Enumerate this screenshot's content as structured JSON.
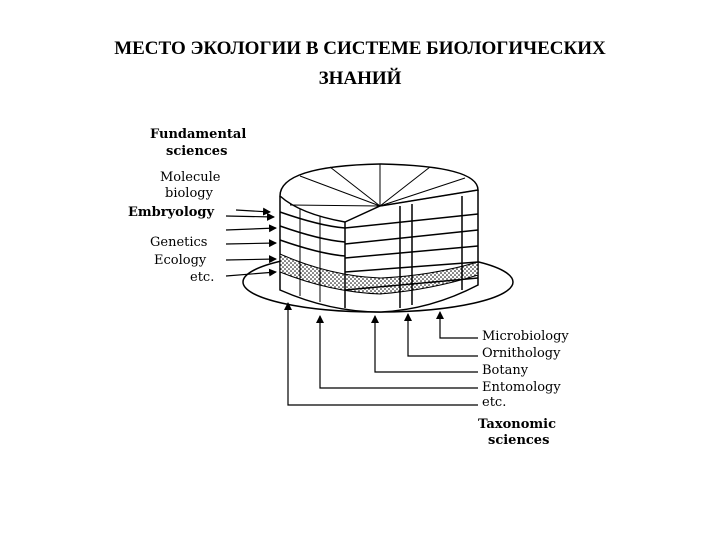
{
  "title": {
    "line1": "МЕСТО ЭКОЛОГИИ В СИСТЕМЕ БИОЛОГИЧЕСКИХ",
    "line2": "ЗНАНИЙ"
  },
  "left_labels": {
    "fundamental_line1": "Fundamental",
    "fundamental_line2": "sciences",
    "molecule_line1": "Molecule",
    "molecule_line2": "biology",
    "embryology": "Embryology",
    "genetics": "Genetics",
    "ecology": "Ecology",
    "etc": "etc."
  },
  "bottom_labels": {
    "microbiology": "Microbiology",
    "ornithology": "Ornithology",
    "botany": "Botany",
    "entomology": "Entomology",
    "etc": "etc.",
    "taxonomic_line1": "Taxonomic",
    "taxonomic_line2": "sciences"
  }
}
